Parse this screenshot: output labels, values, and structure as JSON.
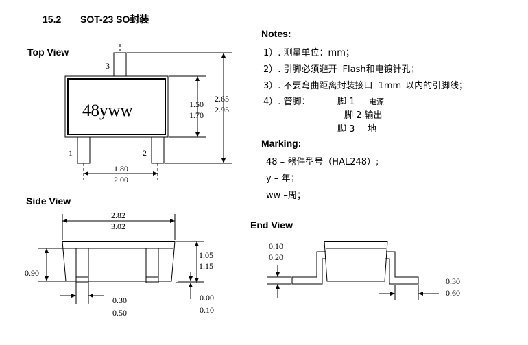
{
  "section": {
    "number": "15.2",
    "title": "SOT-23 SO封装"
  },
  "top_view": {
    "title": "Top View",
    "marking_text": "48yww",
    "pins": {
      "p1": "1",
      "p2": "2",
      "p3": "3"
    },
    "dims": {
      "body_w_min": "1.80",
      "body_w_max": "2.00",
      "body_h_min": "1.50",
      "body_h_max": "1.70",
      "total_h_min": "2.65",
      "total_h_max": "2.95"
    }
  },
  "side_view": {
    "title": "Side View",
    "dims": {
      "len_min": "2.82",
      "len_max": "3.02",
      "height": "0.90",
      "h2_min": "1.05",
      "h2_max": "1.15",
      "lead_w_min": "0.30",
      "lead_w_max": "0.50",
      "standoff_min": "0.00",
      "standoff_max": "0.10"
    }
  },
  "end_view": {
    "title": "End View",
    "dims": {
      "lead_t_min": "0.10",
      "lead_t_max": "0.20",
      "foot_min": "0.30",
      "foot_max": "0.60"
    }
  },
  "notes": {
    "title": "Notes:",
    "n1": "1）. 测量单位：mm；",
    "n2_pre": "2）. 引脚必须避开",
    "n2_mid": "Flash",
    "n2_post": "和电镀针孔；",
    "n3_pre": "3）. 不要弯曲距离封装接口",
    "n3_mid": "1mm",
    "n3_post": "以内的引脚线；",
    "n4": "4）. 管脚：",
    "pin1_label": "脚 1",
    "pin1_func": "电源",
    "pin2_label": "脚  2 输出",
    "pin3_label": "脚 3",
    "pin3_func": "地"
  },
  "marking": {
    "title": "Marking:",
    "m1": "48 – 器件型号（HAL248）;",
    "m2": "y  – 年；",
    "m3": "ww –周；"
  }
}
